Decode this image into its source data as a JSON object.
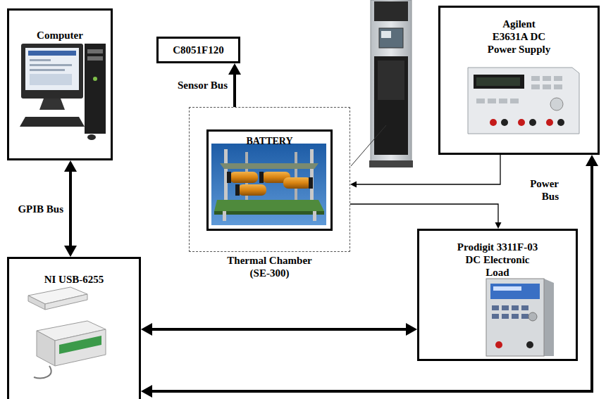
{
  "diagram": {
    "nodes": [
      {
        "text": [
          "Computer"
        ]
      },
      {
        "text": [
          "C8051F120"
        ]
      },
      {
        "text": [
          "Thermal Chamber (SE-300)"
        ]
      },
      {
        "text": [
          "BATTERY"
        ],
        "in": 2
      },
      {
        "text": [
          "Agilent E3631A DC Power Supply"
        ]
      },
      {
        "text": [
          "Prodigit 3311F-03 DC Electronic Load"
        ]
      },
      {
        "text": [
          "NI USB-6255"
        ]
      }
    ],
    "edges": [
      {
        "from": 2,
        "to": 1,
        "arrow": "to",
        "label": "Sensor Bus"
      },
      {
        "from": 0,
        "to": 6,
        "arrow": "both",
        "label": "GPIB Bus"
      },
      {
        "from": 4,
        "to": 2,
        "arrow": "to"
      },
      {
        "from": 2,
        "to": 5,
        "arrow": "to"
      },
      {
        "from": 6,
        "to": 5,
        "arrow": "both"
      },
      {
        "from": 6,
        "to": 4,
        "arrow": "both"
      }
    ],
    "labels": [
      "Power Bus"
    ]
  }
}
